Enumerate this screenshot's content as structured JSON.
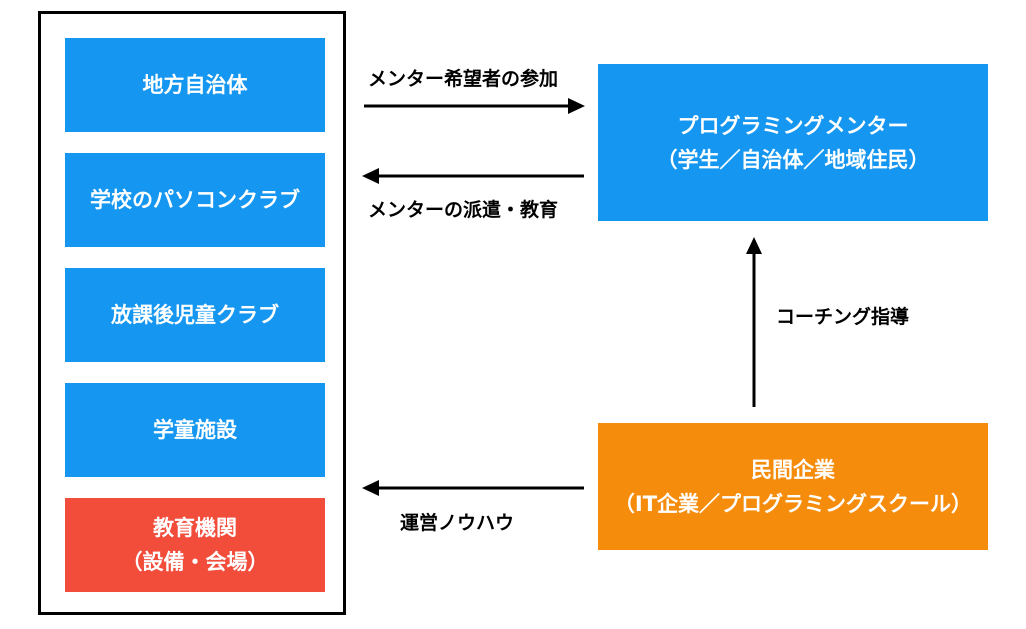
{
  "colors": {
    "blue": "#1596f0",
    "red": "#f24c3b",
    "orange": "#f58c0c",
    "frame": "#000000",
    "arrow": "#000000"
  },
  "left_group": {
    "boxes": [
      {
        "lines": [
          "地方自治体"
        ],
        "color": "blue"
      },
      {
        "lines": [
          "学校のパソコンクラブ"
        ],
        "color": "blue"
      },
      {
        "lines": [
          "放課後児童クラブ"
        ],
        "color": "blue"
      },
      {
        "lines": [
          "学童施設"
        ],
        "color": "blue"
      },
      {
        "lines": [
          "教育機関",
          "（設備・会場）"
        ],
        "color": "red"
      }
    ]
  },
  "mentor_box": {
    "line1": "プログラミングメンター",
    "line2": "（学生／自治体／地域住民）"
  },
  "company_box": {
    "line1": "民間企業",
    "line2": "（IT企業／プログラミングスクール）"
  },
  "edges": {
    "participation": "メンター希望者の参加",
    "dispatch": "メンターの派遣・教育",
    "coaching": "コーチング指導",
    "knowhow": "運営ノウハウ"
  }
}
